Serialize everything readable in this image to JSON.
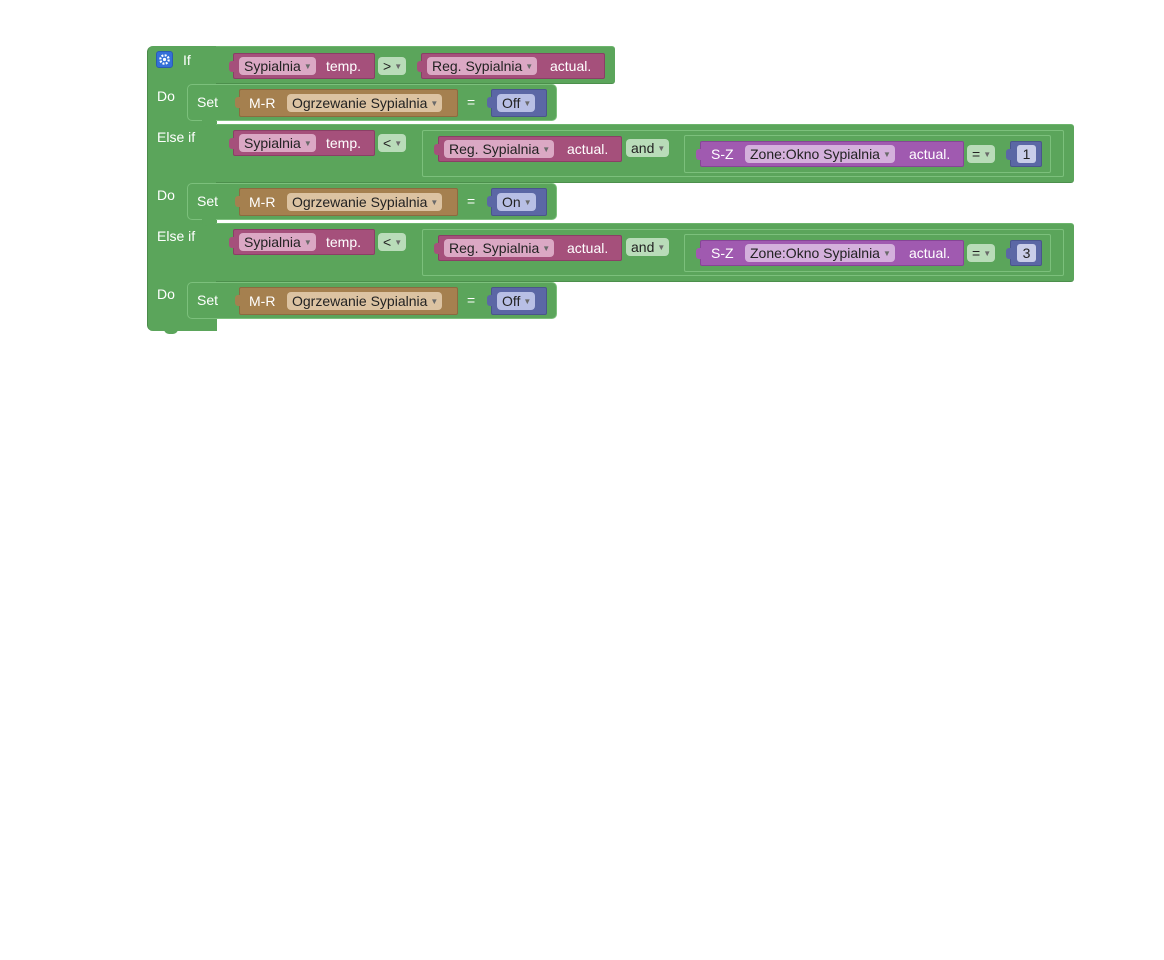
{
  "blocks": {
    "if_label": "If",
    "do_label": "Do",
    "elseif_label": "Else if",
    "set_label": "Set",
    "equals": "=",
    "row1": {
      "left": {
        "dropdown": "Sypialnia",
        "suffix": "temp."
      },
      "operator": ">",
      "right": {
        "dropdown": "Reg. Sypialnia",
        "suffix": "actual."
      }
    },
    "do1": {
      "prefix": "M-R",
      "dropdown": "Ogrzewanie Sypialnia",
      "value": "Off"
    },
    "row2": {
      "left": {
        "dropdown": "Sypialnia",
        "suffix": "temp."
      },
      "operator": "<",
      "right": {
        "dropdown": "Reg. Sypialnia",
        "suffix": "actual."
      },
      "logic": "and",
      "zone": {
        "prefix": "S-Z",
        "dropdown": "Zone:Okno Sypialnia",
        "suffix": "actual."
      },
      "zone_operator": "=",
      "zone_value": "1"
    },
    "do2": {
      "prefix": "M-R",
      "dropdown": "Ogrzewanie Sypialnia",
      "value": "On"
    },
    "row3": {
      "left": {
        "dropdown": "Sypialnia",
        "suffix": "temp."
      },
      "operator": "<",
      "right": {
        "dropdown": "Reg. Sypialnia",
        "suffix": "actual."
      },
      "logic": "and",
      "zone": {
        "prefix": "S-Z",
        "dropdown": "Zone:Okno Sypialnia",
        "suffix": "actual."
      },
      "zone_operator": "=",
      "zone_value": "3"
    },
    "do3": {
      "prefix": "M-R",
      "dropdown": "Ogrzewanie Sypialnia",
      "value": "Off"
    }
  },
  "colors": {
    "control": "#5ba55b",
    "sensor": "#a5507b",
    "actuator": "#a5804f",
    "zone": "#a05ab0",
    "value": "#5b67a5",
    "gear": "#3470d8"
  },
  "icons": {
    "settings": "gear-icon",
    "dropdown": "caret-down-icon"
  }
}
